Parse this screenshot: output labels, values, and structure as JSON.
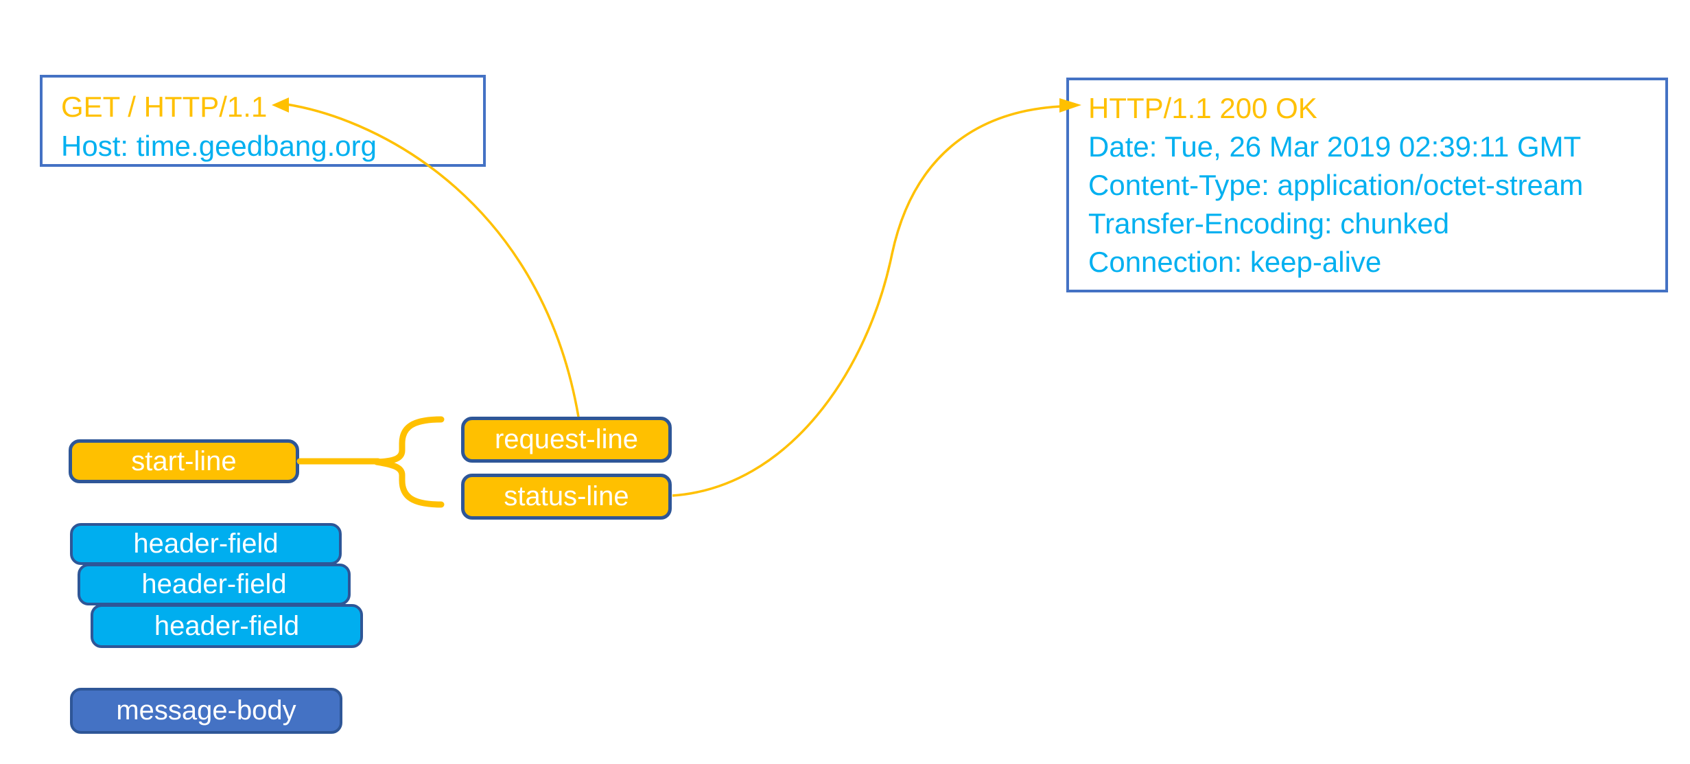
{
  "colors": {
    "gold": "#FFC000",
    "sky": "#00B0F0",
    "sky-fill": "#00AEEF",
    "medium-blue": "#4472C4",
    "navy": "#2E5697"
  },
  "request_box": {
    "lines": [
      {
        "text": "GET / HTTP/1.1",
        "color": "gold"
      },
      {
        "text": "Host: time.geedbang.org",
        "color": "sky"
      }
    ]
  },
  "response_box": {
    "lines": [
      {
        "text": "HTTP/1.1 200 OK",
        "color": "gold"
      },
      {
        "text": "Date: Tue, 26 Mar 2019 02:39:11 GMT",
        "color": "sky"
      },
      {
        "text": "Content-Type: application/octet-stream",
        "color": "sky"
      },
      {
        "text": "Transfer-Encoding: chunked",
        "color": "sky"
      },
      {
        "text": "Connection: keep-alive",
        "color": "sky"
      }
    ]
  },
  "labels": {
    "start_line": "start-line",
    "request_line": "request-line",
    "status_line": "status-line",
    "header_field": "header-field",
    "message_body": "message-body"
  }
}
